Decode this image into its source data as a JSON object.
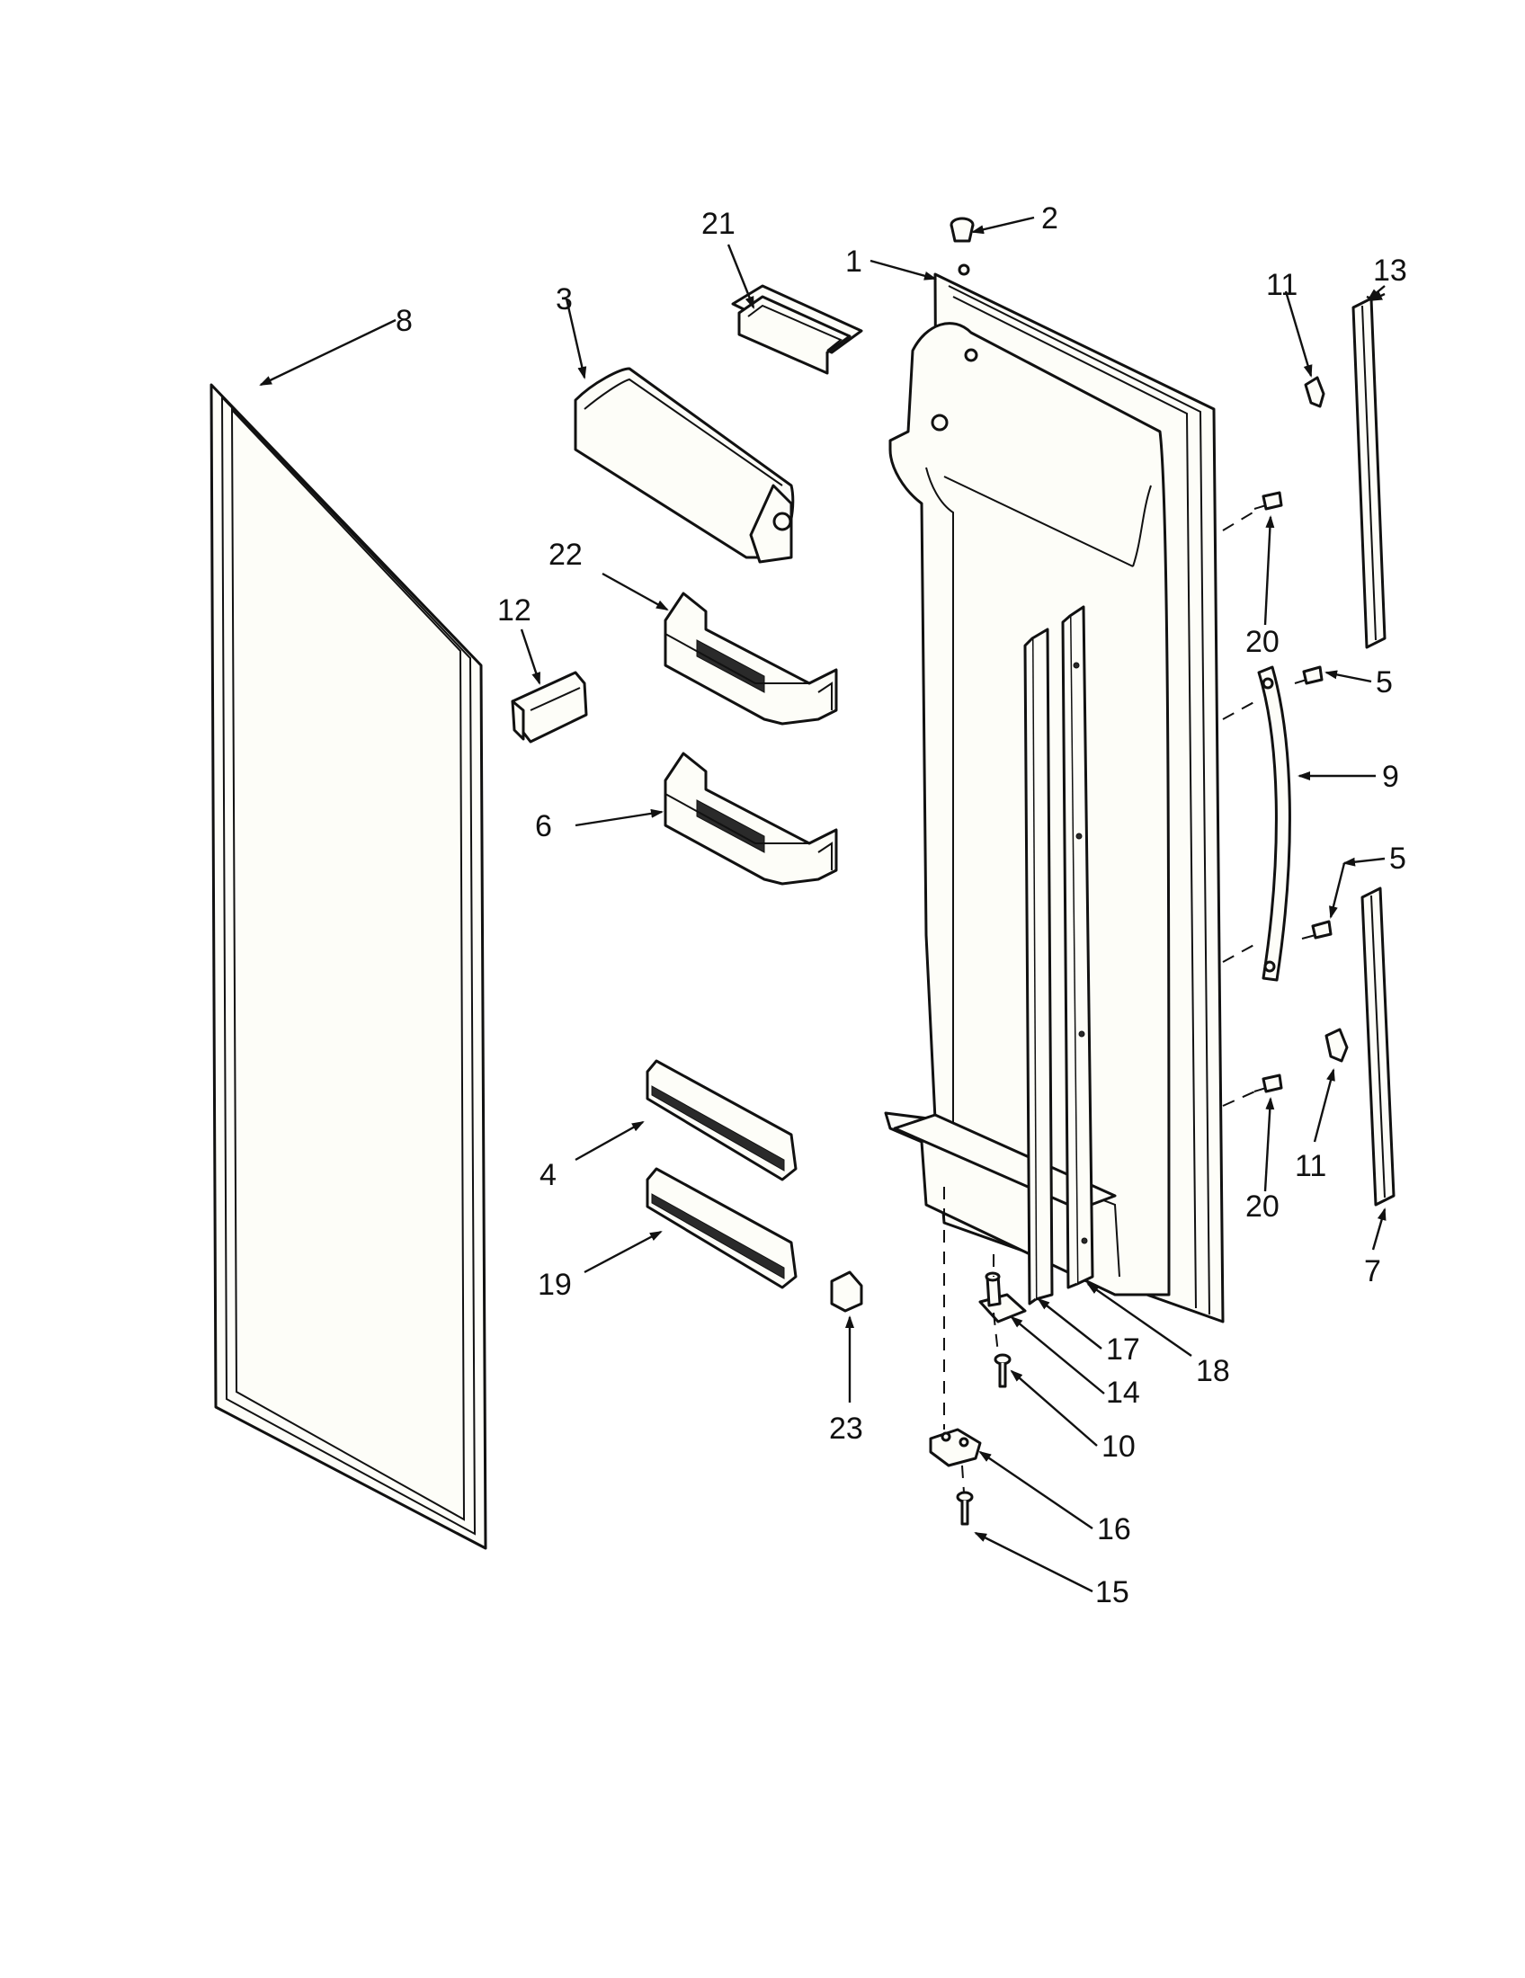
{
  "diagram": {
    "callouts": [
      {
        "id": "c1",
        "label": "1"
      },
      {
        "id": "c2",
        "label": "2"
      },
      {
        "id": "c3",
        "label": "3"
      },
      {
        "id": "c4",
        "label": "4"
      },
      {
        "id": "c5a",
        "label": "5"
      },
      {
        "id": "c5b",
        "label": "5"
      },
      {
        "id": "c6",
        "label": "6"
      },
      {
        "id": "c7",
        "label": "7"
      },
      {
        "id": "c8",
        "label": "8"
      },
      {
        "id": "c9",
        "label": "9"
      },
      {
        "id": "c10",
        "label": "10"
      },
      {
        "id": "c11a",
        "label": "11"
      },
      {
        "id": "c11b",
        "label": "11"
      },
      {
        "id": "c12",
        "label": "12"
      },
      {
        "id": "c13",
        "label": "13"
      },
      {
        "id": "c14",
        "label": "14"
      },
      {
        "id": "c15",
        "label": "15"
      },
      {
        "id": "c16",
        "label": "16"
      },
      {
        "id": "c17",
        "label": "17"
      },
      {
        "id": "c18",
        "label": "18"
      },
      {
        "id": "c19",
        "label": "19"
      },
      {
        "id": "c20a",
        "label": "20"
      },
      {
        "id": "c20b",
        "label": "20"
      },
      {
        "id": "c21",
        "label": "21"
      },
      {
        "id": "c22",
        "label": "22"
      },
      {
        "id": "c23",
        "label": "23"
      }
    ]
  }
}
